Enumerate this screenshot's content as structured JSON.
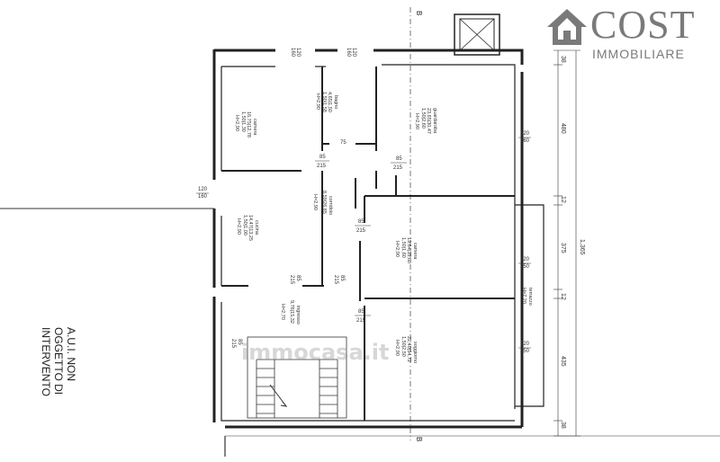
{
  "logo": {
    "word": "COST",
    "subtitle": "IMMOBILIARE",
    "brand_color": "#7a7a7a"
  },
  "note": {
    "line1": "A.U.I. NON",
    "line2": "OGGETTO DI",
    "line3": "INTERVENTO"
  },
  "watermark": "immocasa.it",
  "section_marks": {
    "top": "B",
    "bottom": "B"
  },
  "rooms": {
    "camera1": {
      "name": "camera",
      "area": "16,75|12,78",
      "sub": "1,50|1,30",
      "h": "H=2,90"
    },
    "bagno": {
      "name": "bagno",
      "area": "4,65|1,50",
      "sub": "1,50|1,58",
      "h": "H=2,90"
    },
    "guardaroba": {
      "name": "guardaroba",
      "area": "23,65|30,47",
      "sub": "1,50|2,60",
      "h": "H=2,90"
    },
    "cucina": {
      "name": "cucina",
      "area": "14,47|13,25",
      "sub": "1,50|1,00",
      "h": "H=2,90"
    },
    "corridoio": {
      "name": "corridoio",
      "area": "8,59|26,85",
      "sub": "",
      "h": "H=2,90"
    },
    "camera2": {
      "name": "camera",
      "area": "19,64|35,60",
      "sub": "1,50|1,60",
      "h": "H=2,90"
    },
    "ingresso": {
      "name": "ingresso",
      "area": "9,76|15,32",
      "sub": "",
      "h": "H=2,70"
    },
    "soggiorno": {
      "name": "soggiorno",
      "area": "22,40|34,72",
      "sub": "1,50|2,50",
      "h": "H=2,90"
    },
    "terrazzo": {
      "name": "terrazzo",
      "area": "",
      "sub": "",
      "h": "H=7,20"
    }
  },
  "openings": {
    "top_left": {
      "w": "120",
      "h": "160"
    },
    "top_mid": {
      "w": "120",
      "h": "160"
    },
    "right_upper": {
      "w": "120",
      "h": "160"
    },
    "left_entry": {
      "w": "120",
      "h": "160"
    },
    "right_mid": {
      "w": "120",
      "h": "250"
    },
    "right_low": {
      "w": "120",
      "h": "250"
    },
    "door_camera1": {
      "w": "85",
      "h": "215"
    },
    "door_bagno": {
      "w": "75",
      "h": ""
    },
    "door_guardaroba": {
      "w": "85",
      "h": "215"
    },
    "door_camera2": {
      "w": "85",
      "h": "215"
    },
    "door_cucina": {
      "w": "85",
      "h": "215"
    },
    "door_corr": {
      "w": "85",
      "h": "215"
    },
    "door_soggiorno": {
      "w": "85",
      "h": "215"
    },
    "door_stair": {
      "w": "85",
      "h": "215"
    }
  },
  "dimensions": {
    "total": "1,365",
    "segments": [
      "38",
      "480",
      "12",
      "375",
      "12",
      "435",
      "38"
    ]
  }
}
